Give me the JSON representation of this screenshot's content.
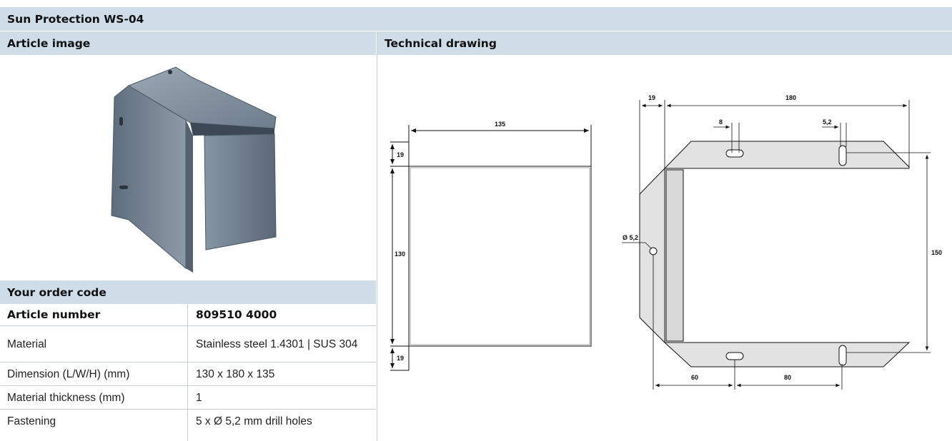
{
  "title": "Sun Protection WS-04",
  "sections": {
    "article_image": "Article image",
    "technical_drawing": "Technical drawing",
    "order_code": "Your order code"
  },
  "specs": [
    {
      "label": "Article number",
      "value": "809510 4000"
    },
    {
      "label": "Material",
      "value": "Stainless steel 1.4301 | SUS 304"
    },
    {
      "label": "Dimension (L/W/H) (mm)",
      "value": "130 x 180 x 135"
    },
    {
      "label": "Material thickness (mm)",
      "value": "1"
    },
    {
      "label": "Fastening",
      "value": "5 x Ø 5,2 mm drill holes"
    }
  ],
  "drawing": {
    "side_view": {
      "width": "135",
      "top": "19",
      "height": "130",
      "bottom": "19"
    },
    "plan_view": {
      "left": "19",
      "width": "180",
      "slot": "8",
      "hole": "5,2",
      "diameter": "Ø 5,2",
      "height": "150",
      "off1": "60",
      "off2": "80"
    }
  }
}
